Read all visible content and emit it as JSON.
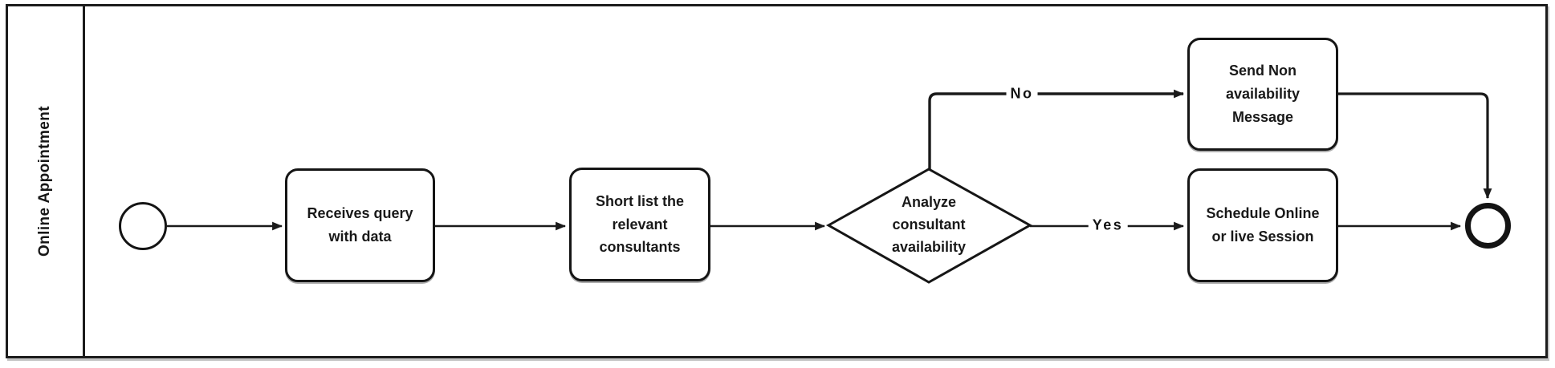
{
  "diagram": {
    "lane": {
      "label": "Online Appointment"
    },
    "nodes": {
      "receive_query": {
        "label": "Receives query\nwith data"
      },
      "short_list": {
        "label": "Short list the\nrelevant\nconsultants"
      },
      "gateway": {
        "label": "Analyze\nconsultant\navailability"
      },
      "send_non_availability": {
        "label": "Send Non\navailability\nMessage"
      },
      "schedule_session": {
        "label": "Schedule Online\nor live Session"
      }
    },
    "edge_labels": {
      "no": "No",
      "yes": "Yes"
    },
    "colors": {
      "line": "#1a1a1a",
      "background": "#ffffff",
      "node_fill": "#ffffff"
    }
  }
}
